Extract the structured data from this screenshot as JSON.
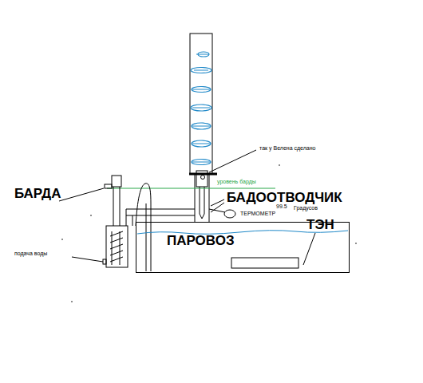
{
  "diagram": {
    "nodes": [
      {
        "text": [
          "ПАРОВОЗ"
        ]
      }
    ],
    "labels": [
      "БАРДА",
      "так у Велена сделано",
      "уровень барды",
      "БАДООТВОДЧИК",
      "ТЕРМОМЕТР",
      "99.5",
      "Градусов",
      "ТЭН",
      "подача воды"
    ]
  }
}
